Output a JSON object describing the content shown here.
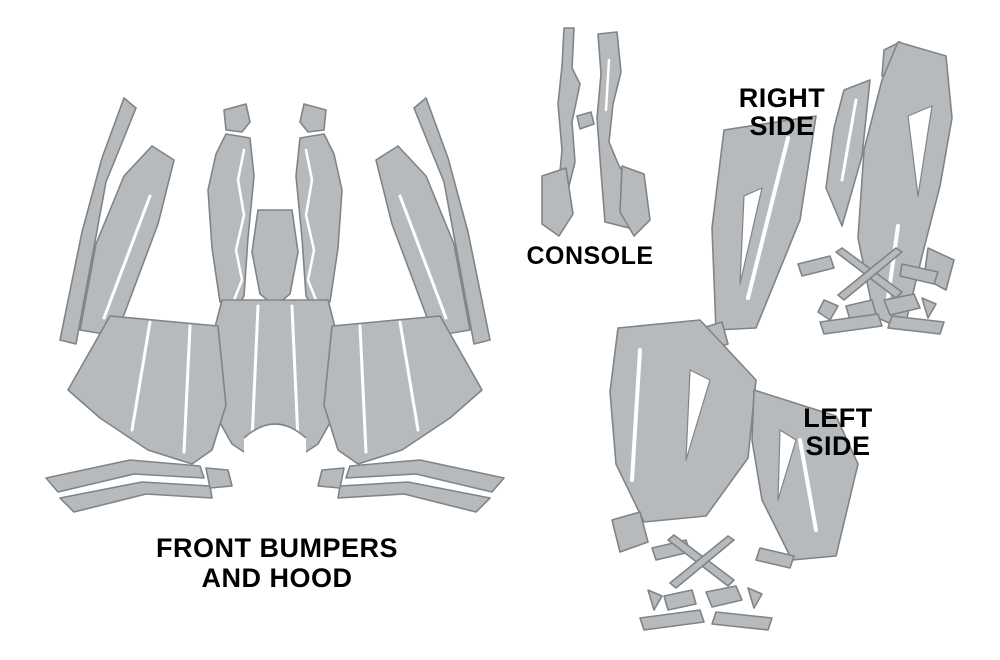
{
  "colors": {
    "background": "#ffffff",
    "piece_fill": "#b7babc",
    "piece_stroke": "#818487",
    "label_color": "#000000"
  },
  "labels": {
    "front": {
      "line1": "FRONT BUMPERS",
      "line2": "AND HOOD"
    },
    "console": {
      "line1": "CONSOLE"
    },
    "right": {
      "line1": "RIGHT",
      "line2": "SIDE"
    },
    "left": {
      "line1": "LEFT",
      "line2": "SIDE"
    }
  }
}
